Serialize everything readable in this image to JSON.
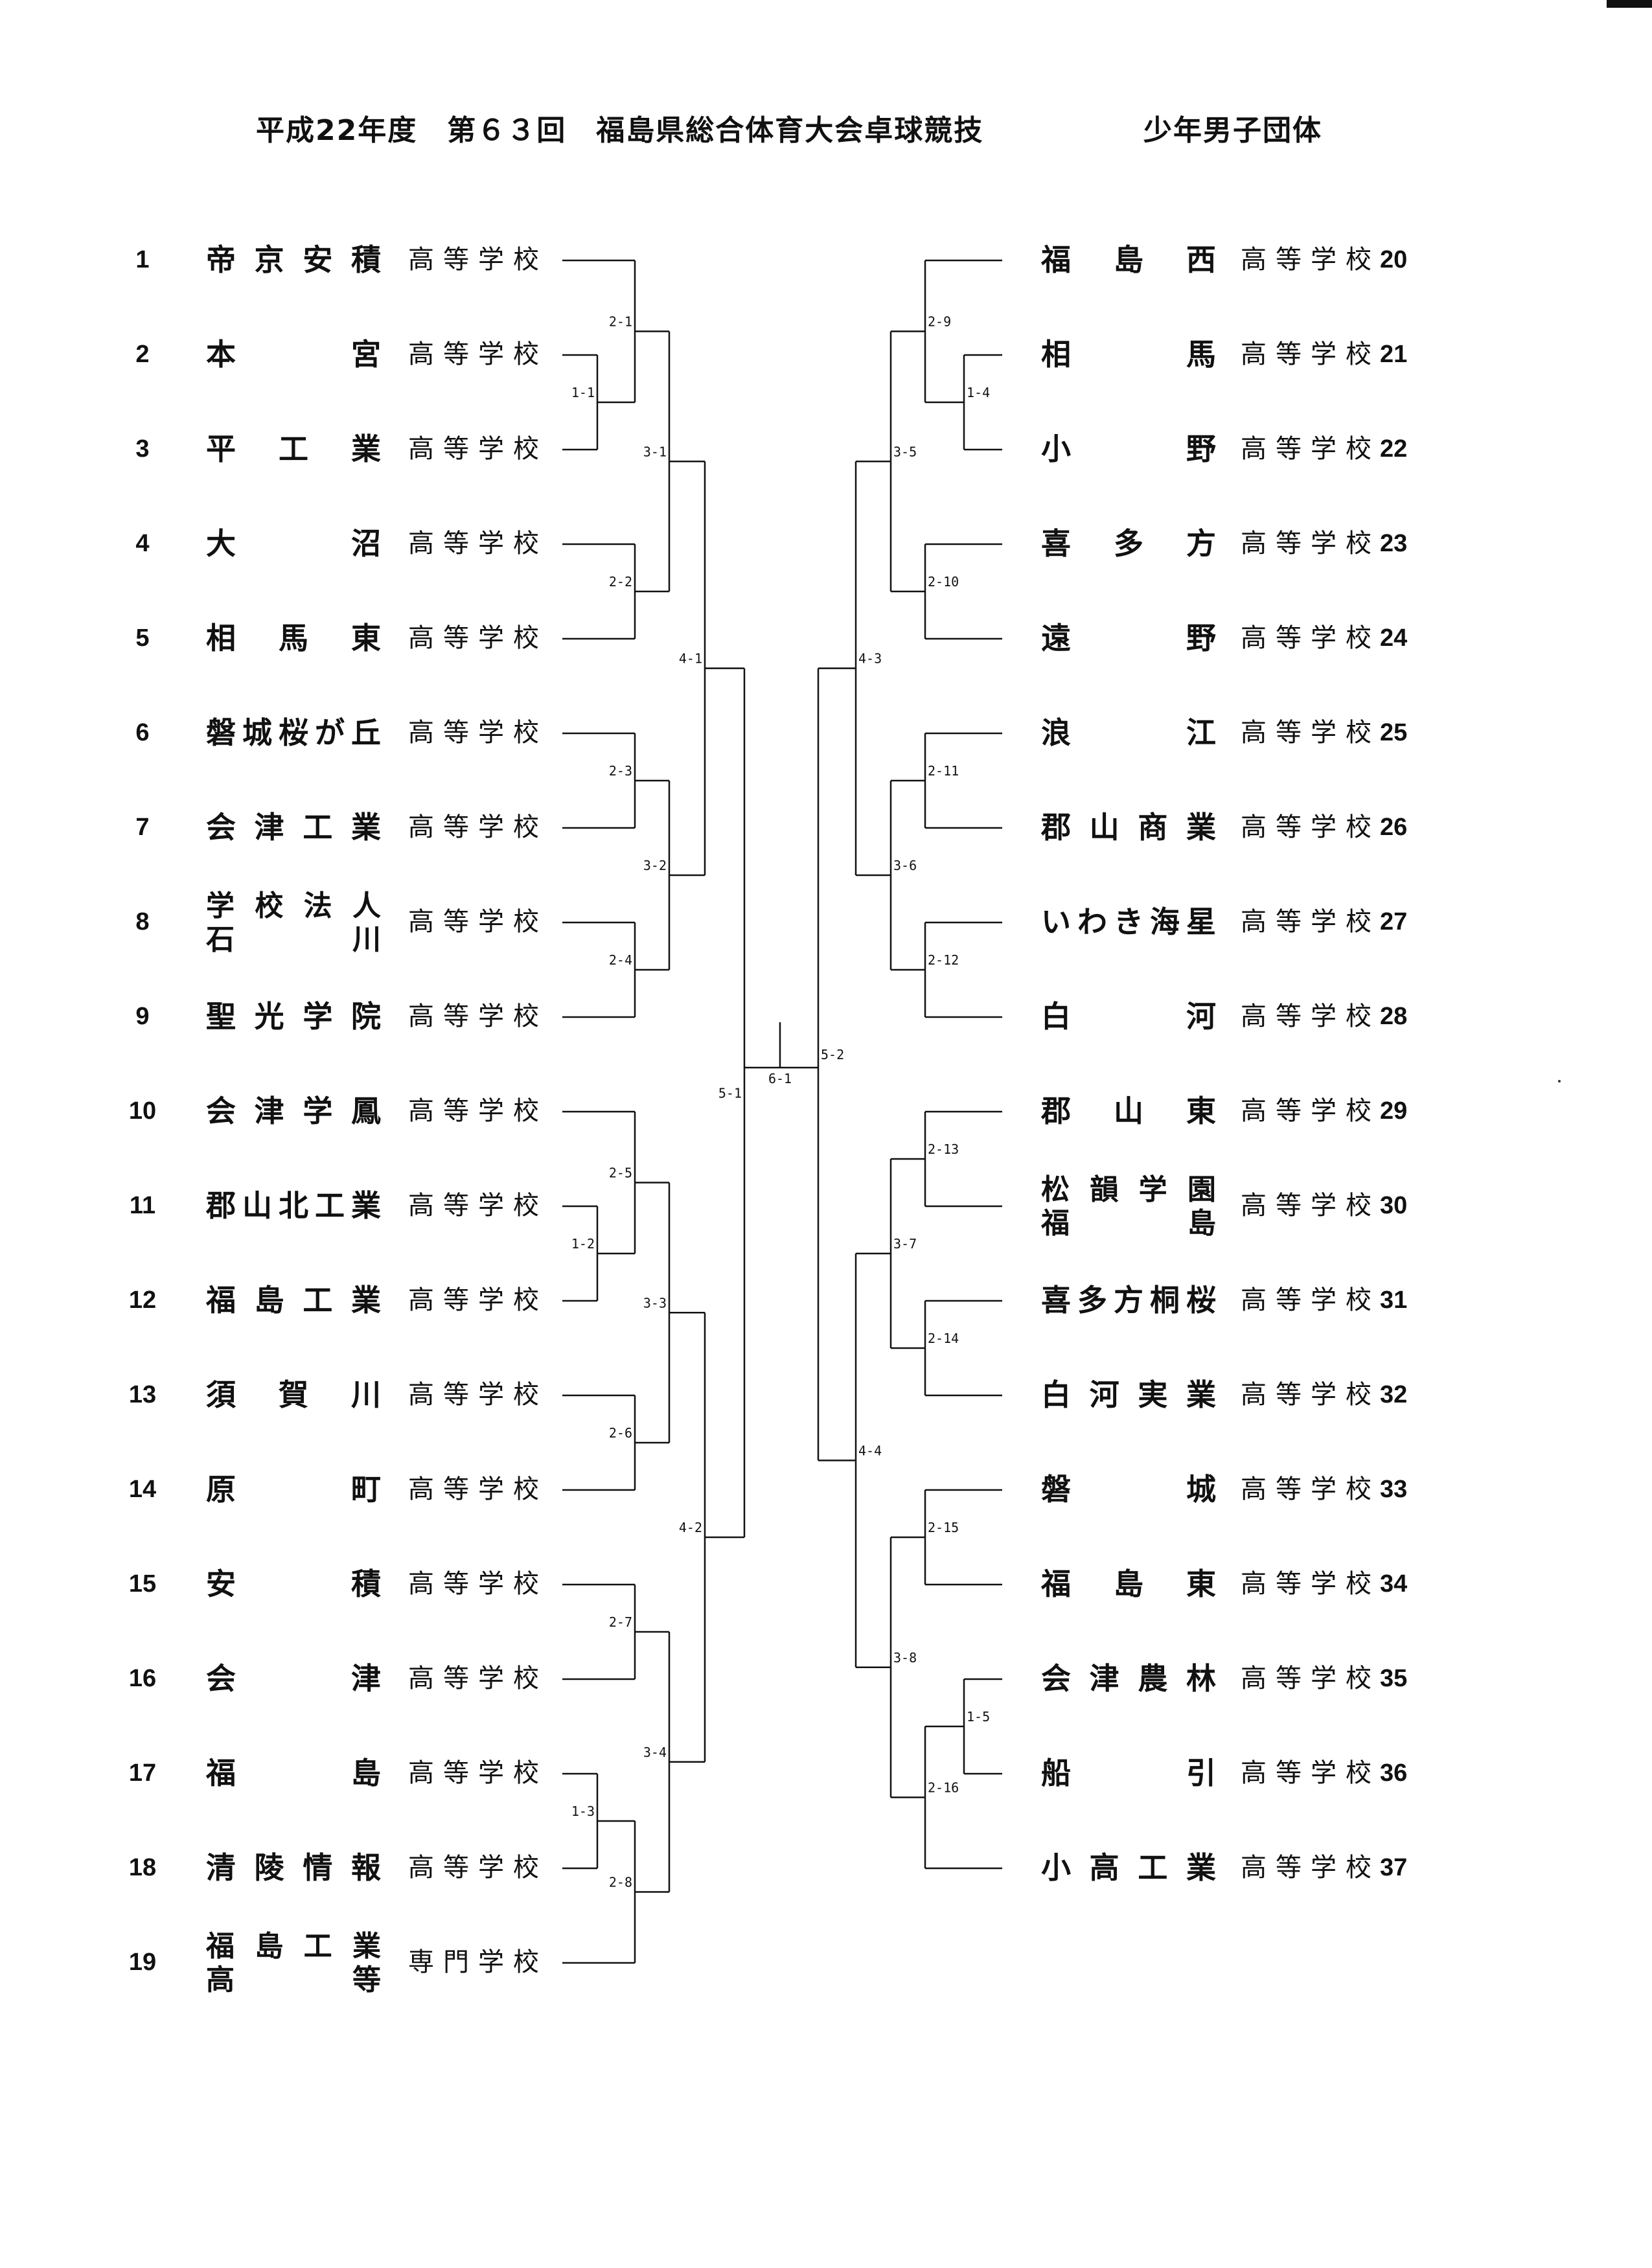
{
  "header": {
    "title": "平成22年度　第６３回　福島県総合体育大会卓球競技",
    "division": "少年男子団体"
  },
  "teams_left": [
    {
      "no": "1",
      "name": "帝京安積",
      "suffix": "高等学校"
    },
    {
      "no": "2",
      "name": "本　　宮",
      "suffix": "高等学校"
    },
    {
      "no": "3",
      "name": "平工業",
      "suffix": "高等学校"
    },
    {
      "no": "4",
      "name": "大　　沼",
      "suffix": "高等学校"
    },
    {
      "no": "5",
      "name": "相馬東",
      "suffix": "高等学校"
    },
    {
      "no": "6",
      "name": "磐城桜が丘",
      "suffix": "高等学校"
    },
    {
      "no": "7",
      "name": "会津工業",
      "suffix": "高等学校"
    },
    {
      "no": "8",
      "name": "学校法人",
      "name2": "石　　川",
      "suffix": "高等学校"
    },
    {
      "no": "9",
      "name": "聖光学院",
      "suffix": "高等学校"
    },
    {
      "no": "10",
      "name": "会津学鳳",
      "suffix": "高等学校"
    },
    {
      "no": "11",
      "name": "郡山北工業",
      "suffix": "高等学校"
    },
    {
      "no": "12",
      "name": "福島工業",
      "suffix": "高等学校"
    },
    {
      "no": "13",
      "name": "須賀川",
      "suffix": "高等学校"
    },
    {
      "no": "14",
      "name": "原　　町",
      "suffix": "高等学校"
    },
    {
      "no": "15",
      "name": "安　　積",
      "suffix": "高等学校"
    },
    {
      "no": "16",
      "name": "会　　津",
      "suffix": "高等学校"
    },
    {
      "no": "17",
      "name": "福　　島",
      "suffix": "高等学校"
    },
    {
      "no": "18",
      "name": "清陵情報",
      "suffix": "高等学校"
    },
    {
      "no": "19",
      "name": "福島工業",
      "name2": "高　　等",
      "suffix": "専門学校"
    }
  ],
  "teams_right": [
    {
      "no": "20",
      "name": "福島西",
      "suffix": "高等学校"
    },
    {
      "no": "21",
      "name": "相　　馬",
      "suffix": "高等学校"
    },
    {
      "no": "22",
      "name": "小　　野",
      "suffix": "高等学校"
    },
    {
      "no": "23",
      "name": "喜多方",
      "suffix": "高等学校"
    },
    {
      "no": "24",
      "name": "遠　　野",
      "suffix": "高等学校"
    },
    {
      "no": "25",
      "name": "浪　　江",
      "suffix": "高等学校"
    },
    {
      "no": "26",
      "name": "郡山商業",
      "suffix": "高等学校"
    },
    {
      "no": "27",
      "name": "いわき海星",
      "suffix": "高等学校"
    },
    {
      "no": "28",
      "name": "白　　河",
      "suffix": "高等学校"
    },
    {
      "no": "29",
      "name": "郡山東",
      "suffix": "高等学校"
    },
    {
      "no": "30",
      "name": "松韻学園",
      "name2": "福　　島",
      "suffix": "高等学校"
    },
    {
      "no": "31",
      "name": "喜多方桐桜",
      "suffix": "高等学校"
    },
    {
      "no": "32",
      "name": "白河実業",
      "suffix": "高等学校"
    },
    {
      "no": "33",
      "name": "磐　　城",
      "suffix": "高等学校"
    },
    {
      "no": "34",
      "name": "福島東",
      "suffix": "高等学校"
    },
    {
      "no": "35",
      "name": "会津農林",
      "suffix": "高等学校"
    },
    {
      "no": "36",
      "name": "船　　引",
      "suffix": "高等学校"
    },
    {
      "no": "37",
      "name": "小高工業",
      "suffix": "高等学校"
    }
  ],
  "matches": {
    "m1_1": "1-1",
    "m1_2": "1-2",
    "m1_3": "1-3",
    "m1_4": "1-4",
    "m1_5": "1-5",
    "m2_1": "2-1",
    "m2_2": "2-2",
    "m2_3": "2-3",
    "m2_4": "2-4",
    "m2_5": "2-5",
    "m2_6": "2-6",
    "m2_7": "2-7",
    "m2_8": "2-8",
    "m2_9": "2-9",
    "m2_10": "2-10",
    "m2_11": "2-11",
    "m2_12": "2-12",
    "m2_13": "2-13",
    "m2_14": "2-14",
    "m2_15": "2-15",
    "m2_16": "2-16",
    "m3_1": "3-1",
    "m3_2": "3-2",
    "m3_3": "3-3",
    "m3_4": "3-4",
    "m3_5": "3-5",
    "m3_6": "3-6",
    "m3_7": "3-7",
    "m3_8": "3-8",
    "m4_1": "4-1",
    "m4_2": "4-2",
    "m4_3": "4-3",
    "m4_4": "4-4",
    "m5_1": "5-1",
    "m5_2": "5-2",
    "m6_1": "6-1"
  }
}
